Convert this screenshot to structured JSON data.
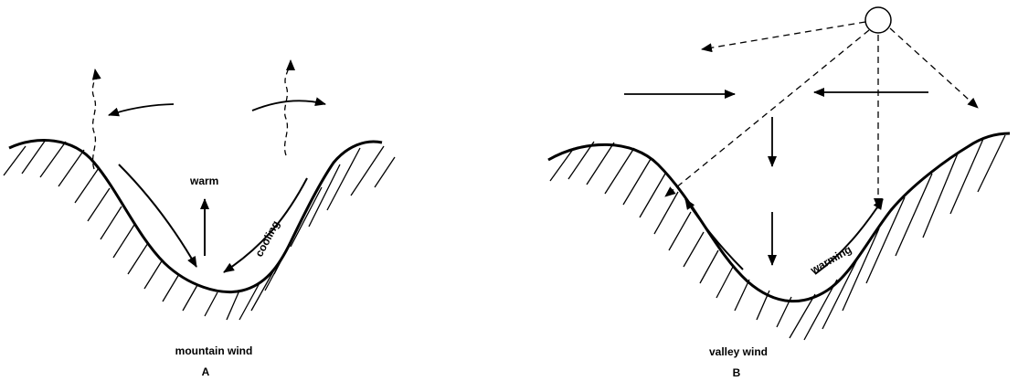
{
  "panel_a": {
    "caption": "mountain wind",
    "letter": "A",
    "label_warm": "warm",
    "label_slope": "cooling"
  },
  "panel_b": {
    "caption": "valley wind",
    "letter": "B",
    "label_slope": "warming"
  },
  "colors": {
    "ink": "#000000",
    "background": "#ffffff"
  }
}
